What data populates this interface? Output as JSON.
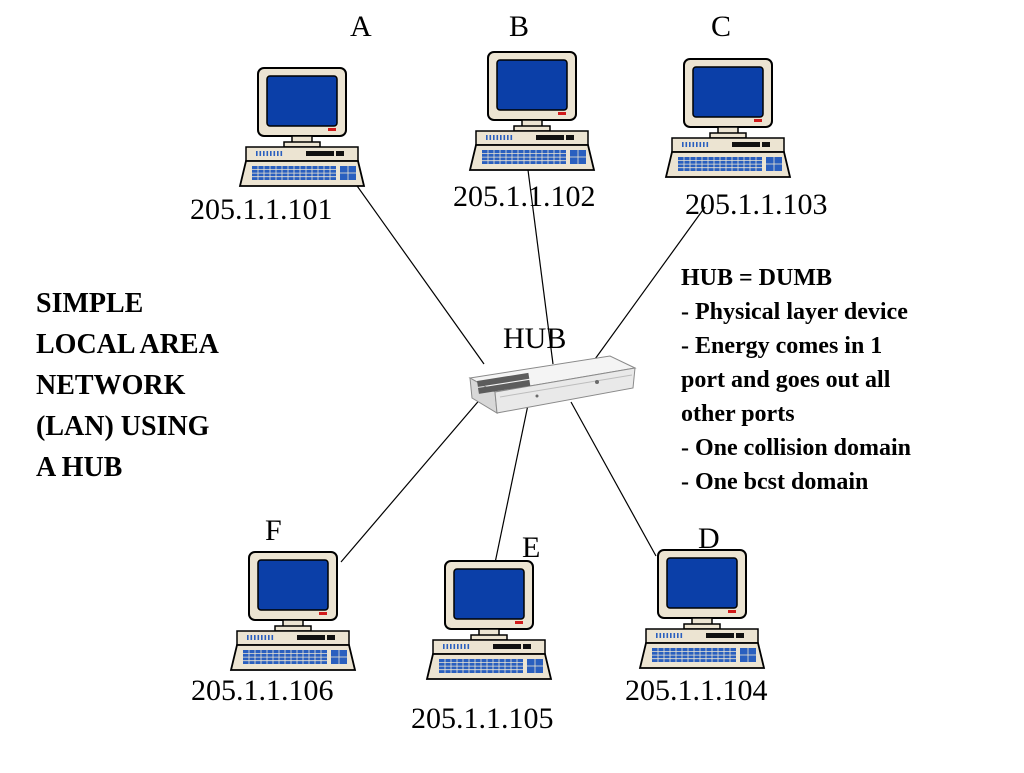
{
  "title_lines": [
    "SIMPLE",
    "LOCAL AREA",
    "NETWORK",
    "(LAN) USING",
    "A HUB"
  ],
  "hub": {
    "label": "HUB"
  },
  "notes": [
    "HUB = DUMB",
    "- Physical layer device",
    "- Energy comes in 1",
    "port and goes out all",
    "other ports",
    "- One collision domain",
    "- One bcst domain"
  ],
  "computers": [
    {
      "letter": "A",
      "ip": "205.1.1.101"
    },
    {
      "letter": "B",
      "ip": "205.1.1.102"
    },
    {
      "letter": "C",
      "ip": "205.1.1.103"
    },
    {
      "letter": "D",
      "ip": "205.1.1.104"
    },
    {
      "letter": "E",
      "ip": "205.1.1.105"
    },
    {
      "letter": "F",
      "ip": "205.1.1.106"
    }
  ],
  "colors": {
    "screen": "#0b3fa8",
    "case": "#ece4d2",
    "keyboard_keys": "#2a5fbf",
    "outline": "#000000"
  }
}
